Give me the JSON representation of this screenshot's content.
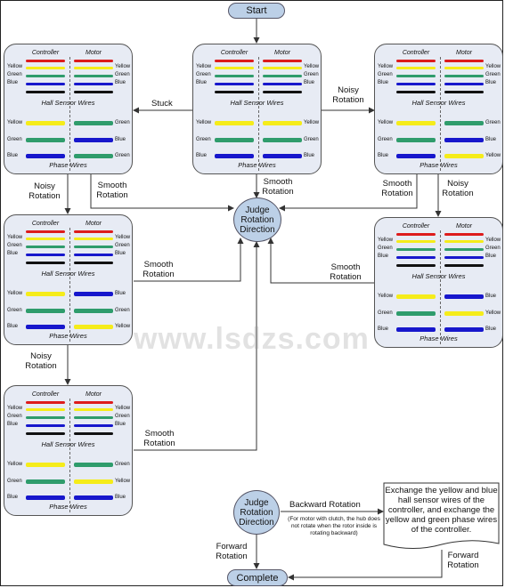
{
  "title_node": "Start",
  "end_node": "Complete",
  "judge_label": "Judge Rotation Direction",
  "box_headers": {
    "controller": "Controller",
    "motor": "Motor"
  },
  "box_captions": {
    "hall": "Hall Sensor Wires",
    "phase": "Phase Wires"
  },
  "colors": {
    "Yellow": "#f5ec1a",
    "Green": "#2f9c6c",
    "Blue": "#1717cc",
    "Red": "#dd1b1b",
    "Black": "#111111",
    "box_fill": "#e7ebf4",
    "node_fill": "#bcd0e7"
  },
  "boxes": [
    {
      "id": "top",
      "hall": [
        [
          "Yellow",
          "Yellow"
        ],
        [
          "Green",
          "Green"
        ],
        [
          "Blue",
          "Blue"
        ]
      ],
      "phase": [
        [
          "Yellow",
          "Yellow"
        ],
        [
          "Green",
          "Green"
        ],
        [
          "Blue",
          "Blue"
        ]
      ]
    },
    {
      "id": "left1",
      "hall": [
        [
          "Yellow",
          "Yellow"
        ],
        [
          "Green",
          "Green"
        ],
        [
          "Blue",
          "Blue"
        ]
      ],
      "phase": [
        [
          "Yellow",
          "Green"
        ],
        [
          "Green",
          "Blue"
        ],
        [
          "Blue",
          "Green"
        ]
      ]
    },
    {
      "id": "right1",
      "hall": [
        [
          "Yellow",
          "Yellow"
        ],
        [
          "Green",
          "Green"
        ],
        [
          "Blue",
          "Blue"
        ]
      ],
      "phase": [
        [
          "Yellow",
          "Green"
        ],
        [
          "Green",
          "Blue"
        ],
        [
          "Blue",
          "Yellow"
        ]
      ]
    },
    {
      "id": "left2",
      "hall": [
        [
          "Yellow",
          "Yellow"
        ],
        [
          "Green",
          "Green"
        ],
        [
          "Blue",
          "Blue"
        ]
      ],
      "phase": [
        [
          "Yellow",
          "Blue"
        ],
        [
          "Green",
          "Green"
        ],
        [
          "Blue",
          "Yellow"
        ]
      ]
    },
    {
      "id": "right2",
      "hall": [
        [
          "Yellow",
          "Yellow"
        ],
        [
          "Green",
          "Green"
        ],
        [
          "Blue",
          "Blue"
        ]
      ],
      "phase": [
        [
          "Yellow",
          "Blue"
        ],
        [
          "Green",
          "Yellow"
        ],
        [
          "Blue",
          "Blue"
        ]
      ]
    },
    {
      "id": "left3",
      "hall": [
        [
          "Yellow",
          "Yellow"
        ],
        [
          "Green",
          "Green"
        ],
        [
          "Blue",
          "Blue"
        ]
      ],
      "phase": [
        [
          "Yellow",
          "Green"
        ],
        [
          "Green",
          "Yellow"
        ],
        [
          "Blue",
          "Blue"
        ]
      ]
    }
  ],
  "edge_labels": {
    "stuck": "Stuck",
    "noisy": "Noisy Rotation",
    "smooth": "Smooth Rotation",
    "backward": "Backward Rotation",
    "backward_note": "(For motor with clutch, the hub does not rotate when the rotor inside is rotating backward)",
    "forward": "Forward Rotation"
  },
  "instruction": "Exchange the yellow and blue hall sensor wires of the controller, and exchange the yellow and green phase wires of the controller.",
  "watermark": "www.lsdzs.com"
}
